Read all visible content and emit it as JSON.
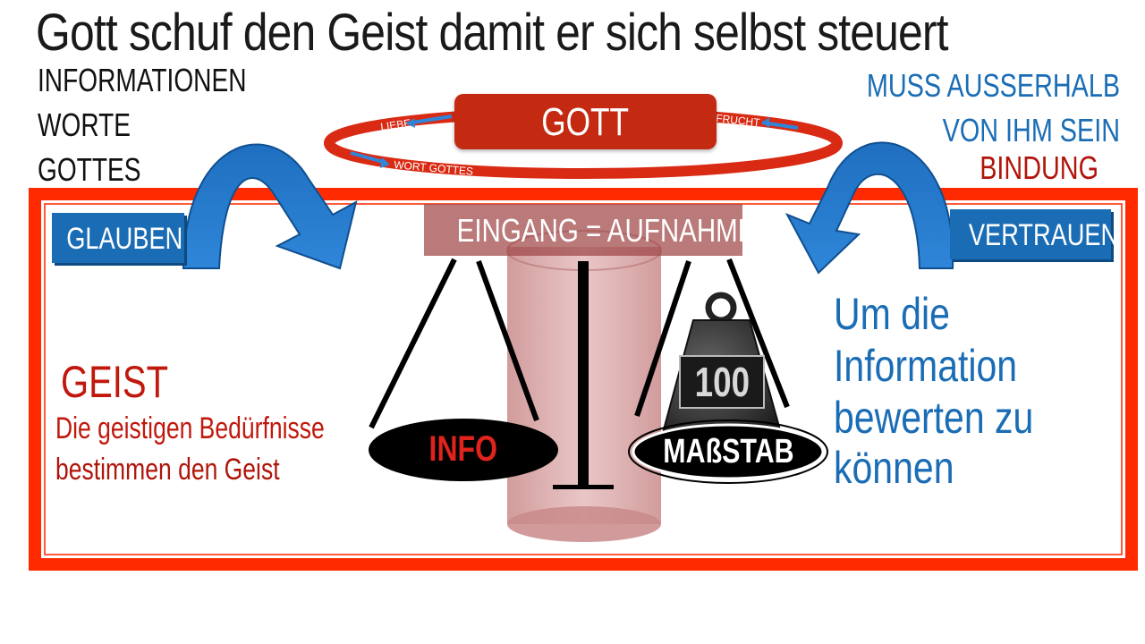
{
  "title": "Gott schuf den Geist damit er sich selbst steuert",
  "top_left": [
    "INFORMATIONEN",
    "WORTE",
    "GOTTES"
  ],
  "top_right": [
    "MUSS AUSSERHALB",
    "VON IHM SEIN"
  ],
  "bindung": "BINDUNG",
  "gott": "GOTT",
  "ring_labels": {
    "liebe": "LIEBE",
    "frucht": "FRUCHT",
    "wort_gottes": "WORT GOTTES"
  },
  "eingang": "EINGANG = AUFNAHME",
  "glauben": "GLAUBEN",
  "vertrauen": "VERTRAUEN",
  "geist": "GEIST",
  "geist_desc": [
    "Die geistigen Bedürfnisse",
    "bestimmen den Geist"
  ],
  "info": "INFO",
  "massstab": "MAßSTAB",
  "weight_value": "100",
  "um_die": [
    "Um die",
    "Information",
    "bewerten zu",
    "können"
  ],
  "colors": {
    "red": "#ff2a00",
    "dark_red": "#c0180c",
    "blue": "#1a6db5"
  }
}
